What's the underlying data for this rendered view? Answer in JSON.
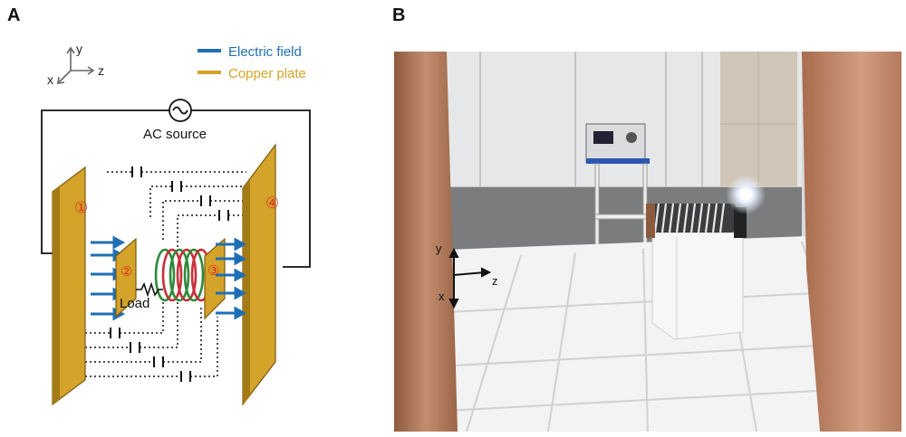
{
  "panels": {
    "a_label": "A",
    "b_label": "B"
  },
  "axes_a": {
    "x": "x",
    "y": "y",
    "z": "z"
  },
  "legend": {
    "electric_field": "Electric field",
    "copper_plate": "Copper plate",
    "electric_field_color": "#1f6fb5",
    "copper_color": "#d4a32a"
  },
  "diagram": {
    "source_label": "AC source",
    "load_label": "Load",
    "plate_numbers": [
      "①",
      "②",
      "③",
      "④"
    ],
    "plate_number_color": "#e0301e",
    "coil_colors": [
      "#2e8b3a",
      "#c8303a"
    ]
  },
  "photo": {
    "axes": {
      "y": "y",
      "z": "z",
      "x": "x"
    },
    "copper_wall_color": "#b8785a",
    "floor_color": "#f2f3f2"
  }
}
